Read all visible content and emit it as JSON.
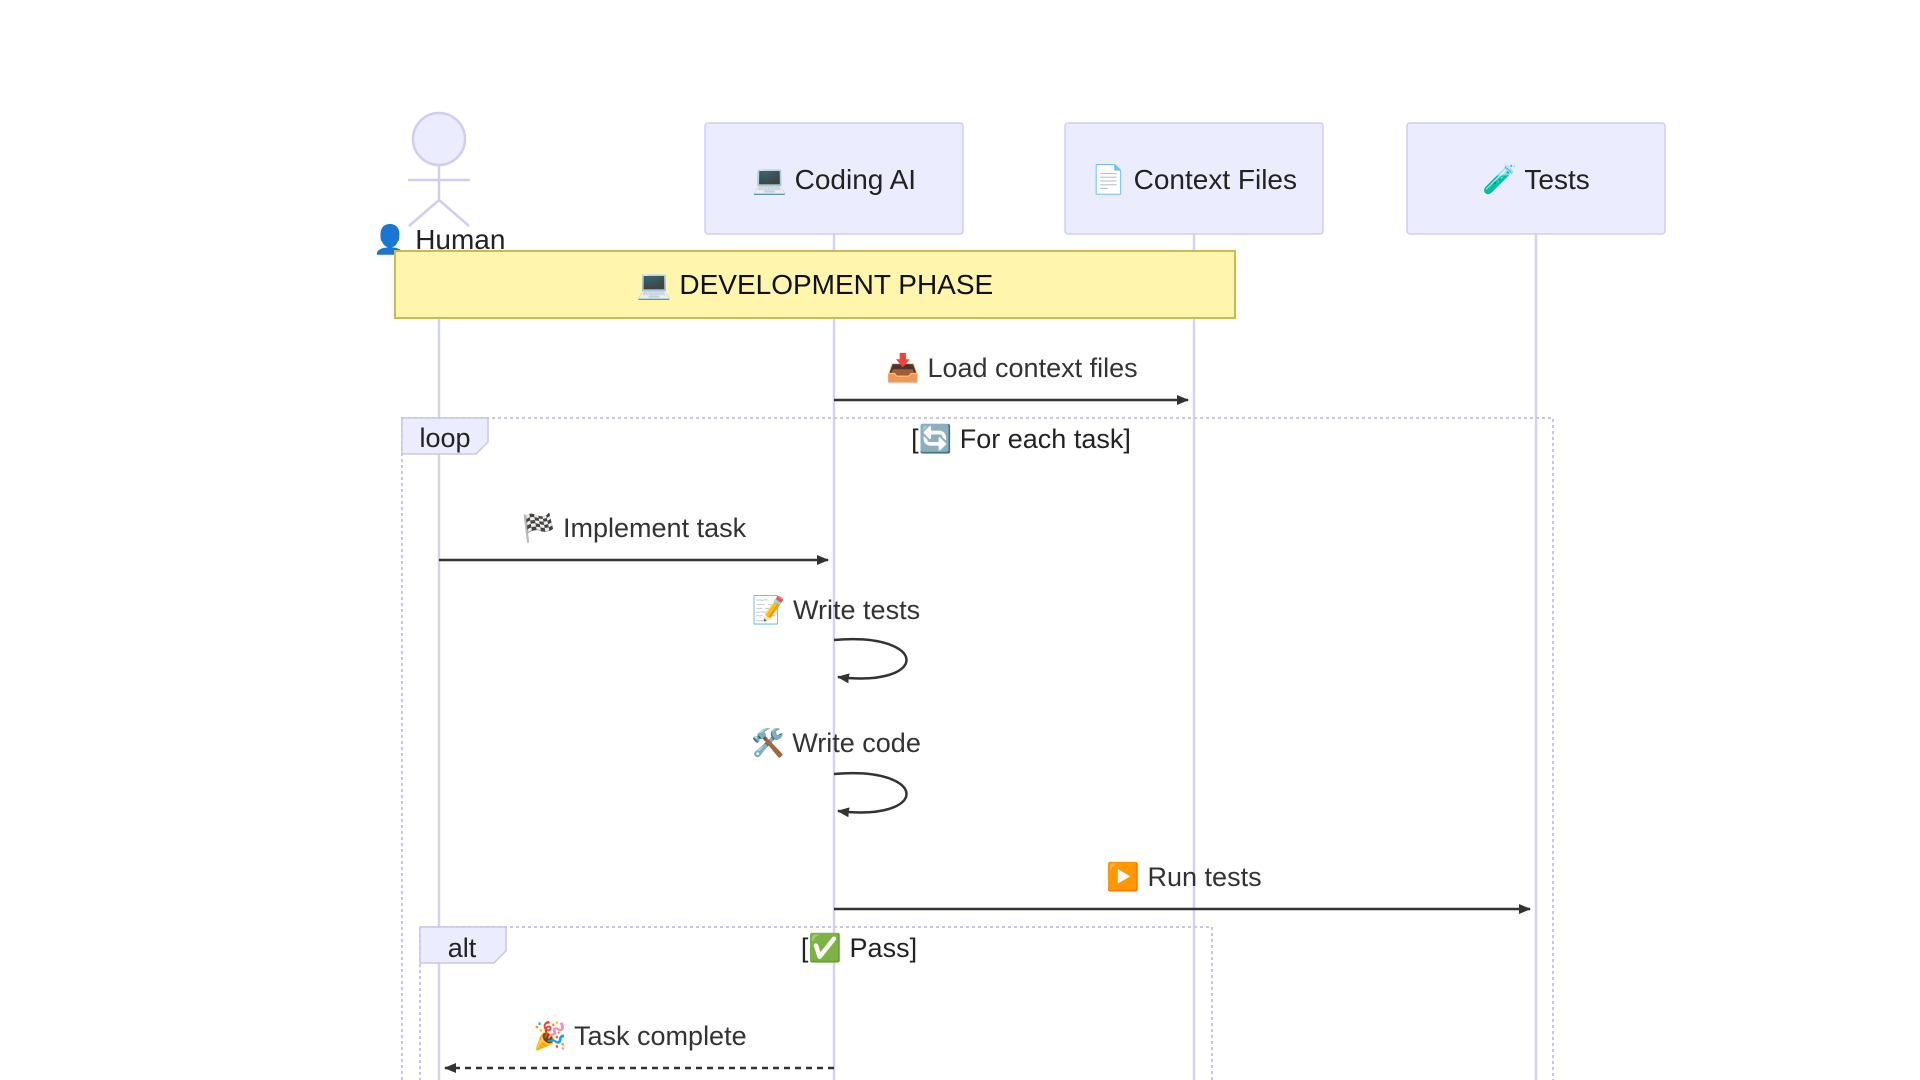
{
  "participants": [
    {
      "id": "human",
      "label": "👤 Human",
      "kind": "actor"
    },
    {
      "id": "ai",
      "label": "💻 Coding AI",
      "kind": "box"
    },
    {
      "id": "ctx",
      "label": "📄 Context Files",
      "kind": "box"
    },
    {
      "id": "tests",
      "label": "🧪 Tests",
      "kind": "box"
    }
  ],
  "note": {
    "text": "💻 DEVELOPMENT PHASE",
    "color": "#fff5ad"
  },
  "messages": [
    {
      "id": "load",
      "from": "ai",
      "to": "ctx",
      "text": "📥 Load context files",
      "style": "solid"
    },
    {
      "id": "implement",
      "from": "human",
      "to": "ai",
      "text": "🏁 Implement task",
      "style": "solid"
    },
    {
      "id": "write_tests",
      "from": "ai",
      "to": "ai",
      "text": "📝 Write tests",
      "style": "self"
    },
    {
      "id": "write_code",
      "from": "ai",
      "to": "ai",
      "text": "🛠️ Write code",
      "style": "self"
    },
    {
      "id": "run_tests",
      "from": "ai",
      "to": "tests",
      "text": "▶️ Run tests",
      "style": "solid"
    },
    {
      "id": "complete",
      "from": "ai",
      "to": "human",
      "text": "🎉 Task complete",
      "style": "dashed"
    }
  ],
  "frames": [
    {
      "id": "loop",
      "tag": "loop",
      "condition": "[🔄 For each task]"
    },
    {
      "id": "alt",
      "tag": "alt",
      "condition": "[✅ Pass]"
    }
  ],
  "colors": {
    "actor_fill": "#ececff",
    "lifeline": "#d6d1f0",
    "note_fill": "#fff5ad",
    "arrow": "#333333"
  }
}
